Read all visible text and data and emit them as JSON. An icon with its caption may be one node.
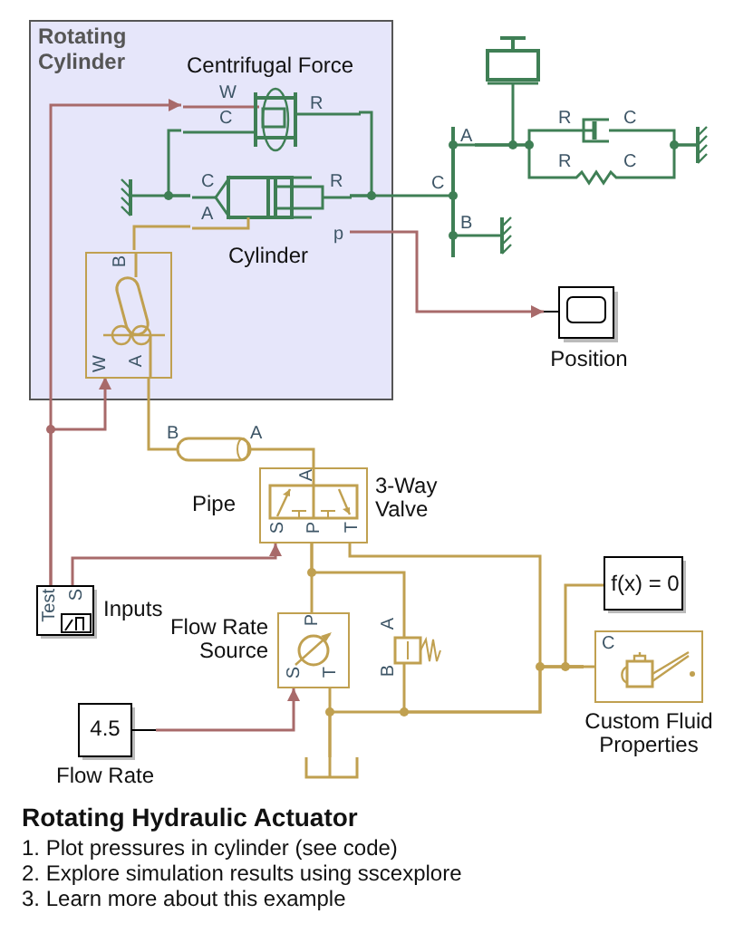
{
  "diagram": {
    "title": "Rotating Hydraulic Actuator",
    "nodes": [
      {
        "text": [
          "Rotating Cylinder"
        ]
      },
      {
        "text": [
          "Centrifugal Force",
          "W",
          "C",
          "R"
        ],
        "in": 0
      },
      {
        "text": [
          "C",
          "R",
          "A",
          "p",
          "Cylinder"
        ],
        "in": 0
      },
      {
        "text": [],
        "shape": "bar",
        "in": 0
      },
      {
        "text": [
          "B",
          "W",
          "A"
        ],
        "in": 0
      },
      {
        "text": [],
        "shape": "box"
      },
      {
        "text": [
          "A",
          "C",
          "B"
        ]
      },
      {
        "text": [
          "R",
          "C"
        ]
      },
      {
        "text": [
          "R",
          "C"
        ]
      },
      {
        "text": [],
        "shape": "bar"
      },
      {
        "text": [],
        "shape": "bar"
      },
      {
        "text": [
          "Position"
        ]
      },
      {
        "text": [
          "B",
          "A",
          "Pipe"
        ]
      },
      {
        "text": [
          "A",
          "S",
          "P",
          "T",
          "3-Way Valve"
        ]
      },
      {
        "text": [
          "Test",
          "S",
          "Inputs"
        ]
      },
      {
        "text": [
          "Flow Rate Source",
          "P",
          "S",
          "T"
        ]
      },
      {
        "text": [
          "A",
          "B"
        ]
      },
      {
        "text": [],
        "shape": "box"
      },
      {
        "text": [
          "4.5",
          "Flow Rate"
        ]
      },
      {
        "text": [
          "f(x) = 0"
        ]
      },
      {
        "text": [
          "C",
          "Custom Fluid Properties"
        ]
      }
    ],
    "edges": [
      {
        "from": 14,
        "to": 1,
        "arrow": "to",
        "color": "#a86a6a"
      },
      {
        "from": 14,
        "to": 4,
        "arrow": "to",
        "color": "#a86a6a"
      },
      {
        "from": 3,
        "to": 2,
        "arrow": "none"
      },
      {
        "from": 1,
        "to": 2,
        "arrow": "none"
      },
      {
        "from": 1,
        "to": 2,
        "arrow": "none"
      },
      {
        "from": 2,
        "to": 6,
        "arrow": "none"
      },
      {
        "from": 6,
        "to": 5,
        "arrow": "none"
      },
      {
        "from": 6,
        "to": 7,
        "arrow": "none"
      },
      {
        "from": 6,
        "to": 8,
        "arrow": "none"
      },
      {
        "from": 7,
        "to": 9,
        "arrow": "none"
      },
      {
        "from": 8,
        "to": 9,
        "arrow": "none"
      },
      {
        "from": 6,
        "to": 10,
        "arrow": "none"
      },
      {
        "from": 2,
        "to": 11,
        "arrow": "to",
        "color": "#a86a6a"
      },
      {
        "from": 4,
        "to": 2,
        "arrow": "none",
        "color": "#c0a050"
      },
      {
        "from": 4,
        "to": 12,
        "arrow": "none",
        "color": "#c0a050"
      },
      {
        "from": 12,
        "to": 13,
        "arrow": "none",
        "color": "#c0a050"
      },
      {
        "from": 14,
        "to": 13,
        "arrow": "to",
        "color": "#a86a6a"
      },
      {
        "from": 13,
        "to": 15,
        "arrow": "none",
        "color": "#c0a050"
      },
      {
        "from": 13,
        "to": 16,
        "arrow": "none",
        "color": "#c0a050"
      },
      {
        "from": 13,
        "to": 20,
        "arrow": "none",
        "color": "#c0a050"
      },
      {
        "from": 16,
        "to": 20,
        "arrow": "none",
        "color": "#c0a050"
      },
      {
        "from": 15,
        "to": 17,
        "arrow": "none",
        "color": "#c0a050"
      },
      {
        "from": 17,
        "to": 20,
        "arrow": "none",
        "color": "#c0a050"
      },
      {
        "from": 19,
        "to": 20,
        "arrow": "none",
        "color": "#c0a050"
      },
      {
        "from": 18,
        "to": 15,
        "arrow": "to",
        "color": "#a86a6a"
      }
    ],
    "labels": [
      "1. Plot pressures in cylinder (see code)",
      "2. Explore simulation results using sscexplore",
      "3. Learn more about this example"
    ]
  }
}
